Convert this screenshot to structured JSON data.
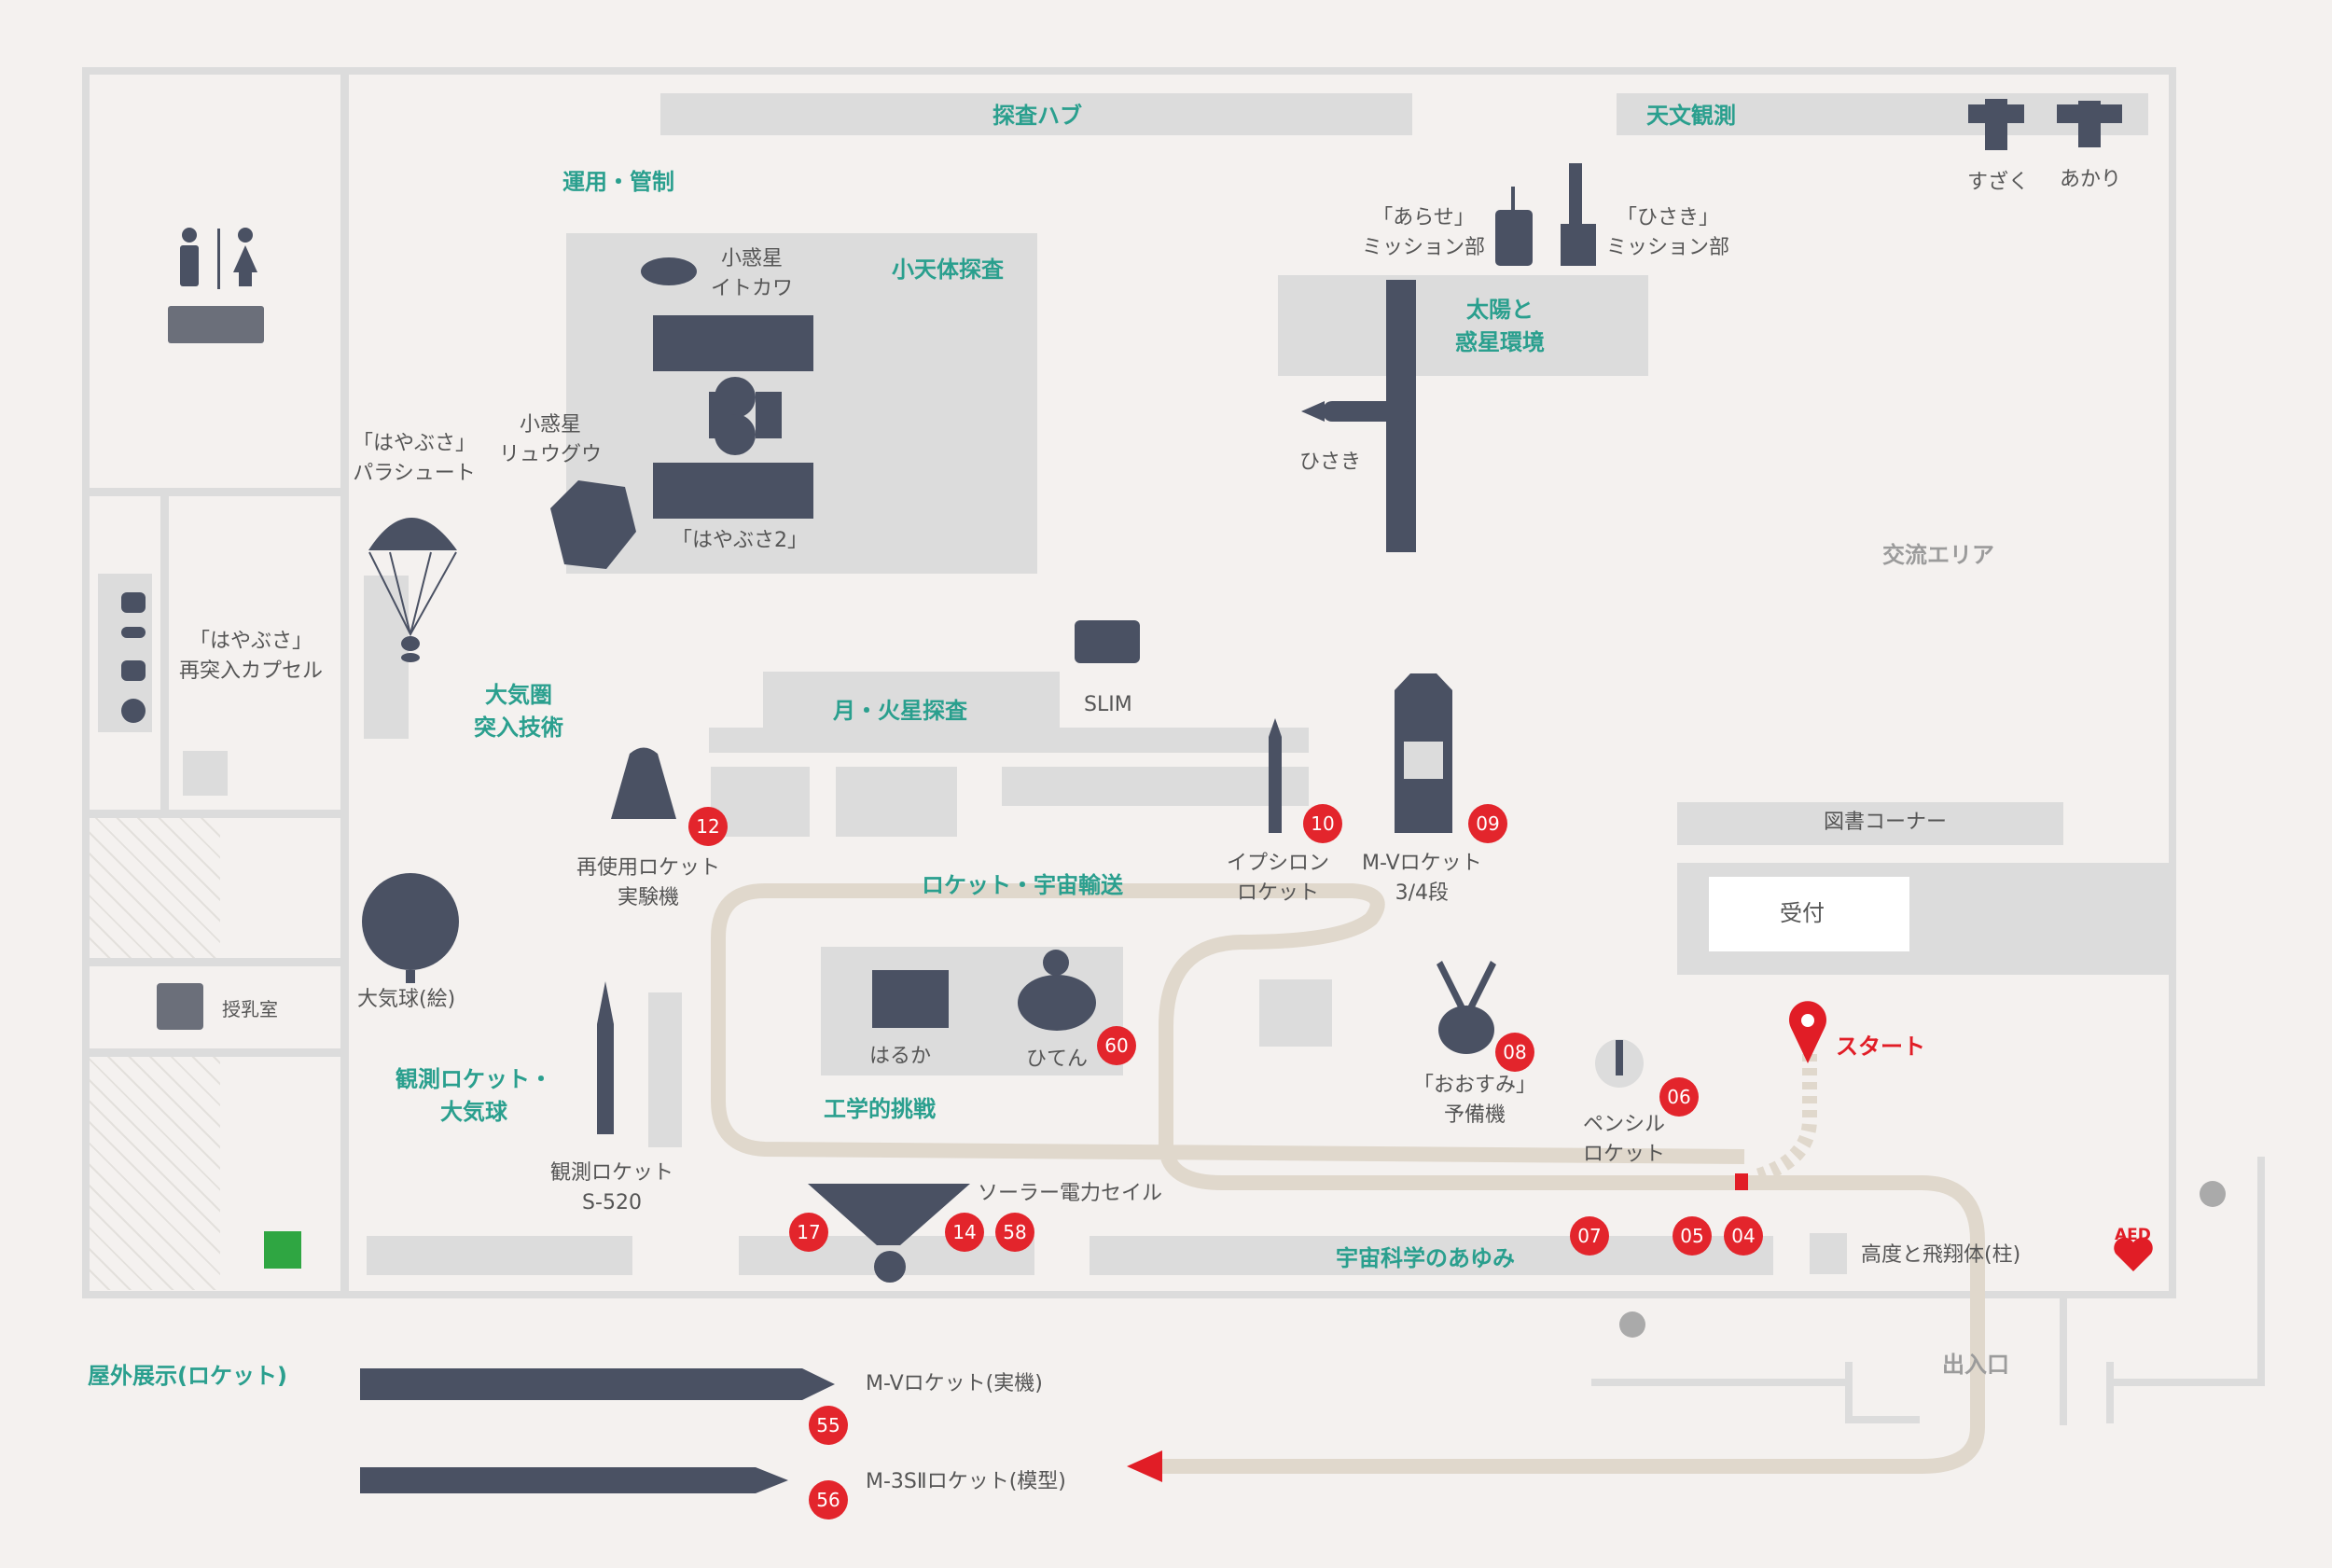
{
  "zones": {
    "tansa_hub": "探査ハブ",
    "tenmon": "天文観測",
    "unyo": "運用・管制",
    "shotentai": "小天体探査",
    "taiyo": "太陽と\n惑星環境",
    "koryu": "交流エリア",
    "taikiken": "大気圏\n突入技術",
    "tsuki_kasei": "月・火星探査",
    "rocket_yuso": "ロケット・宇宙輸送",
    "kansoku": "観測ロケット・\n大気球",
    "kogaku": "工学的挑戦",
    "ayumi": "宇宙科学のあゆみ",
    "okugai": "屋外展示(ロケット)"
  },
  "labels": {
    "suzaku": "すざく",
    "akari": "あかり",
    "arase": "「あらせ」\nミッション部",
    "hisaki_mission": "「ひさき」\nミッション部",
    "itokawa": "小惑星\nイトカワ",
    "ryugu": "小惑星\nリュウグウ",
    "hayabusa2": "「はやぶさ2」",
    "hisaki": "ひさき",
    "parachute": "「はやぶさ」\nパラシュート",
    "capsule": "「はやぶさ」\n再突入カプセル",
    "slim": "SLIM",
    "reuse_rocket": "再使用ロケット\n実験機",
    "epsilon": "イプシロン\nロケット",
    "mv_34": "M-Vロケット\n3/4段",
    "library": "図書コーナー",
    "reception": "受付",
    "start": "スタート",
    "balloon": "大気球(絵)",
    "nursing": "授乳室",
    "haruka": "はるか",
    "hiten": "ひてん",
    "ohsumi": "「おおすみ」\n予備機",
    "pencil": "ペンシル\nロケット",
    "s520": "観測ロケット\nS-520",
    "solar_sail": "ソーラー電力セイル",
    "altitude": "高度と飛翔体(柱)",
    "entrance": "出入口",
    "aed": "AED",
    "mv_real": "M-Vロケット(実機)",
    "m3s2": "M-3SⅡロケット(模型)"
  },
  "badges": {
    "b12": "12",
    "b10": "10",
    "b09": "09",
    "b60": "60",
    "b08": "08",
    "b06": "06",
    "b17": "17",
    "b14": "14",
    "b58": "58",
    "b07": "07",
    "b05": "05",
    "b04": "04",
    "b55": "55",
    "b56": "56"
  },
  "colors": {
    "teal": "#2a9f8e",
    "red": "#e3252c",
    "exhibit": "#4a5163",
    "zone": "#dcdcdc",
    "path": "#e0d8cc"
  }
}
